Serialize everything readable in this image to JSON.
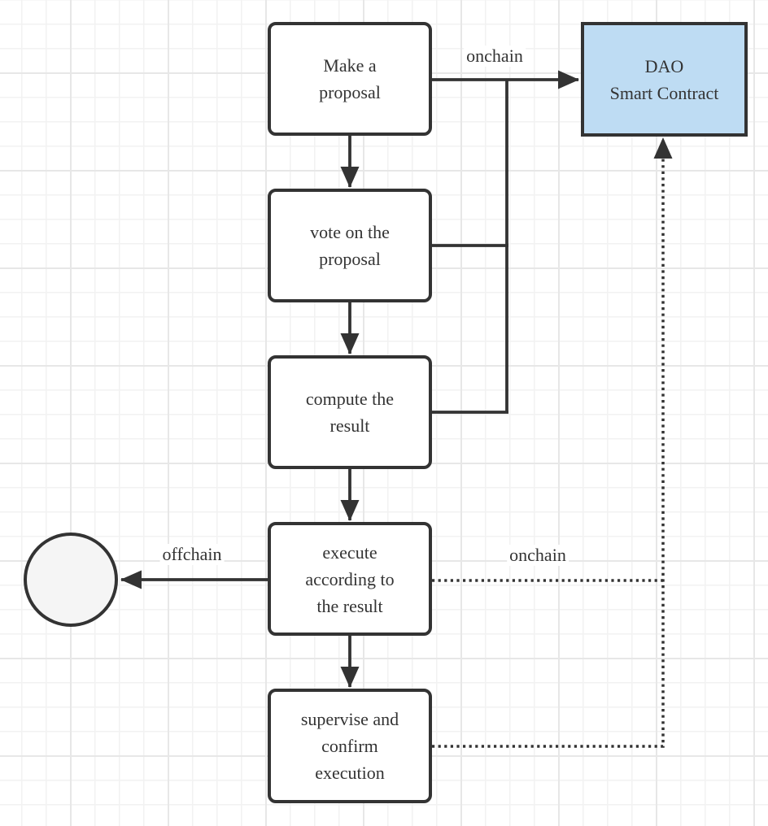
{
  "colors": {
    "stroke": "#333333",
    "text": "#333333",
    "node_fill": "#ffffff",
    "dao_fill": "#bedcf3",
    "circle_fill": "#f5f5f5",
    "canvas_bg": "#ffffff",
    "grid_minor": "#f2f2f2",
    "grid_major": "#e7e7e7"
  },
  "nodes": {
    "make_proposal": {
      "label": "Make a\nproposal"
    },
    "vote_proposal": {
      "label": "vote on the\nproposal"
    },
    "compute_result": {
      "label": "compute the\nresult"
    },
    "execute_result": {
      "label": "execute\naccording to\nthe result"
    },
    "supervise_execution": {
      "label": "supervise and\nconfirm\nexecution"
    },
    "dao_contract": {
      "label": "DAO\nSmart Contract"
    },
    "offchain_terminal": {
      "label": ""
    }
  },
  "edge_labels": {
    "onchain_top": "onchain",
    "onchain_bottom": "onchain",
    "offchain": "offchain"
  }
}
